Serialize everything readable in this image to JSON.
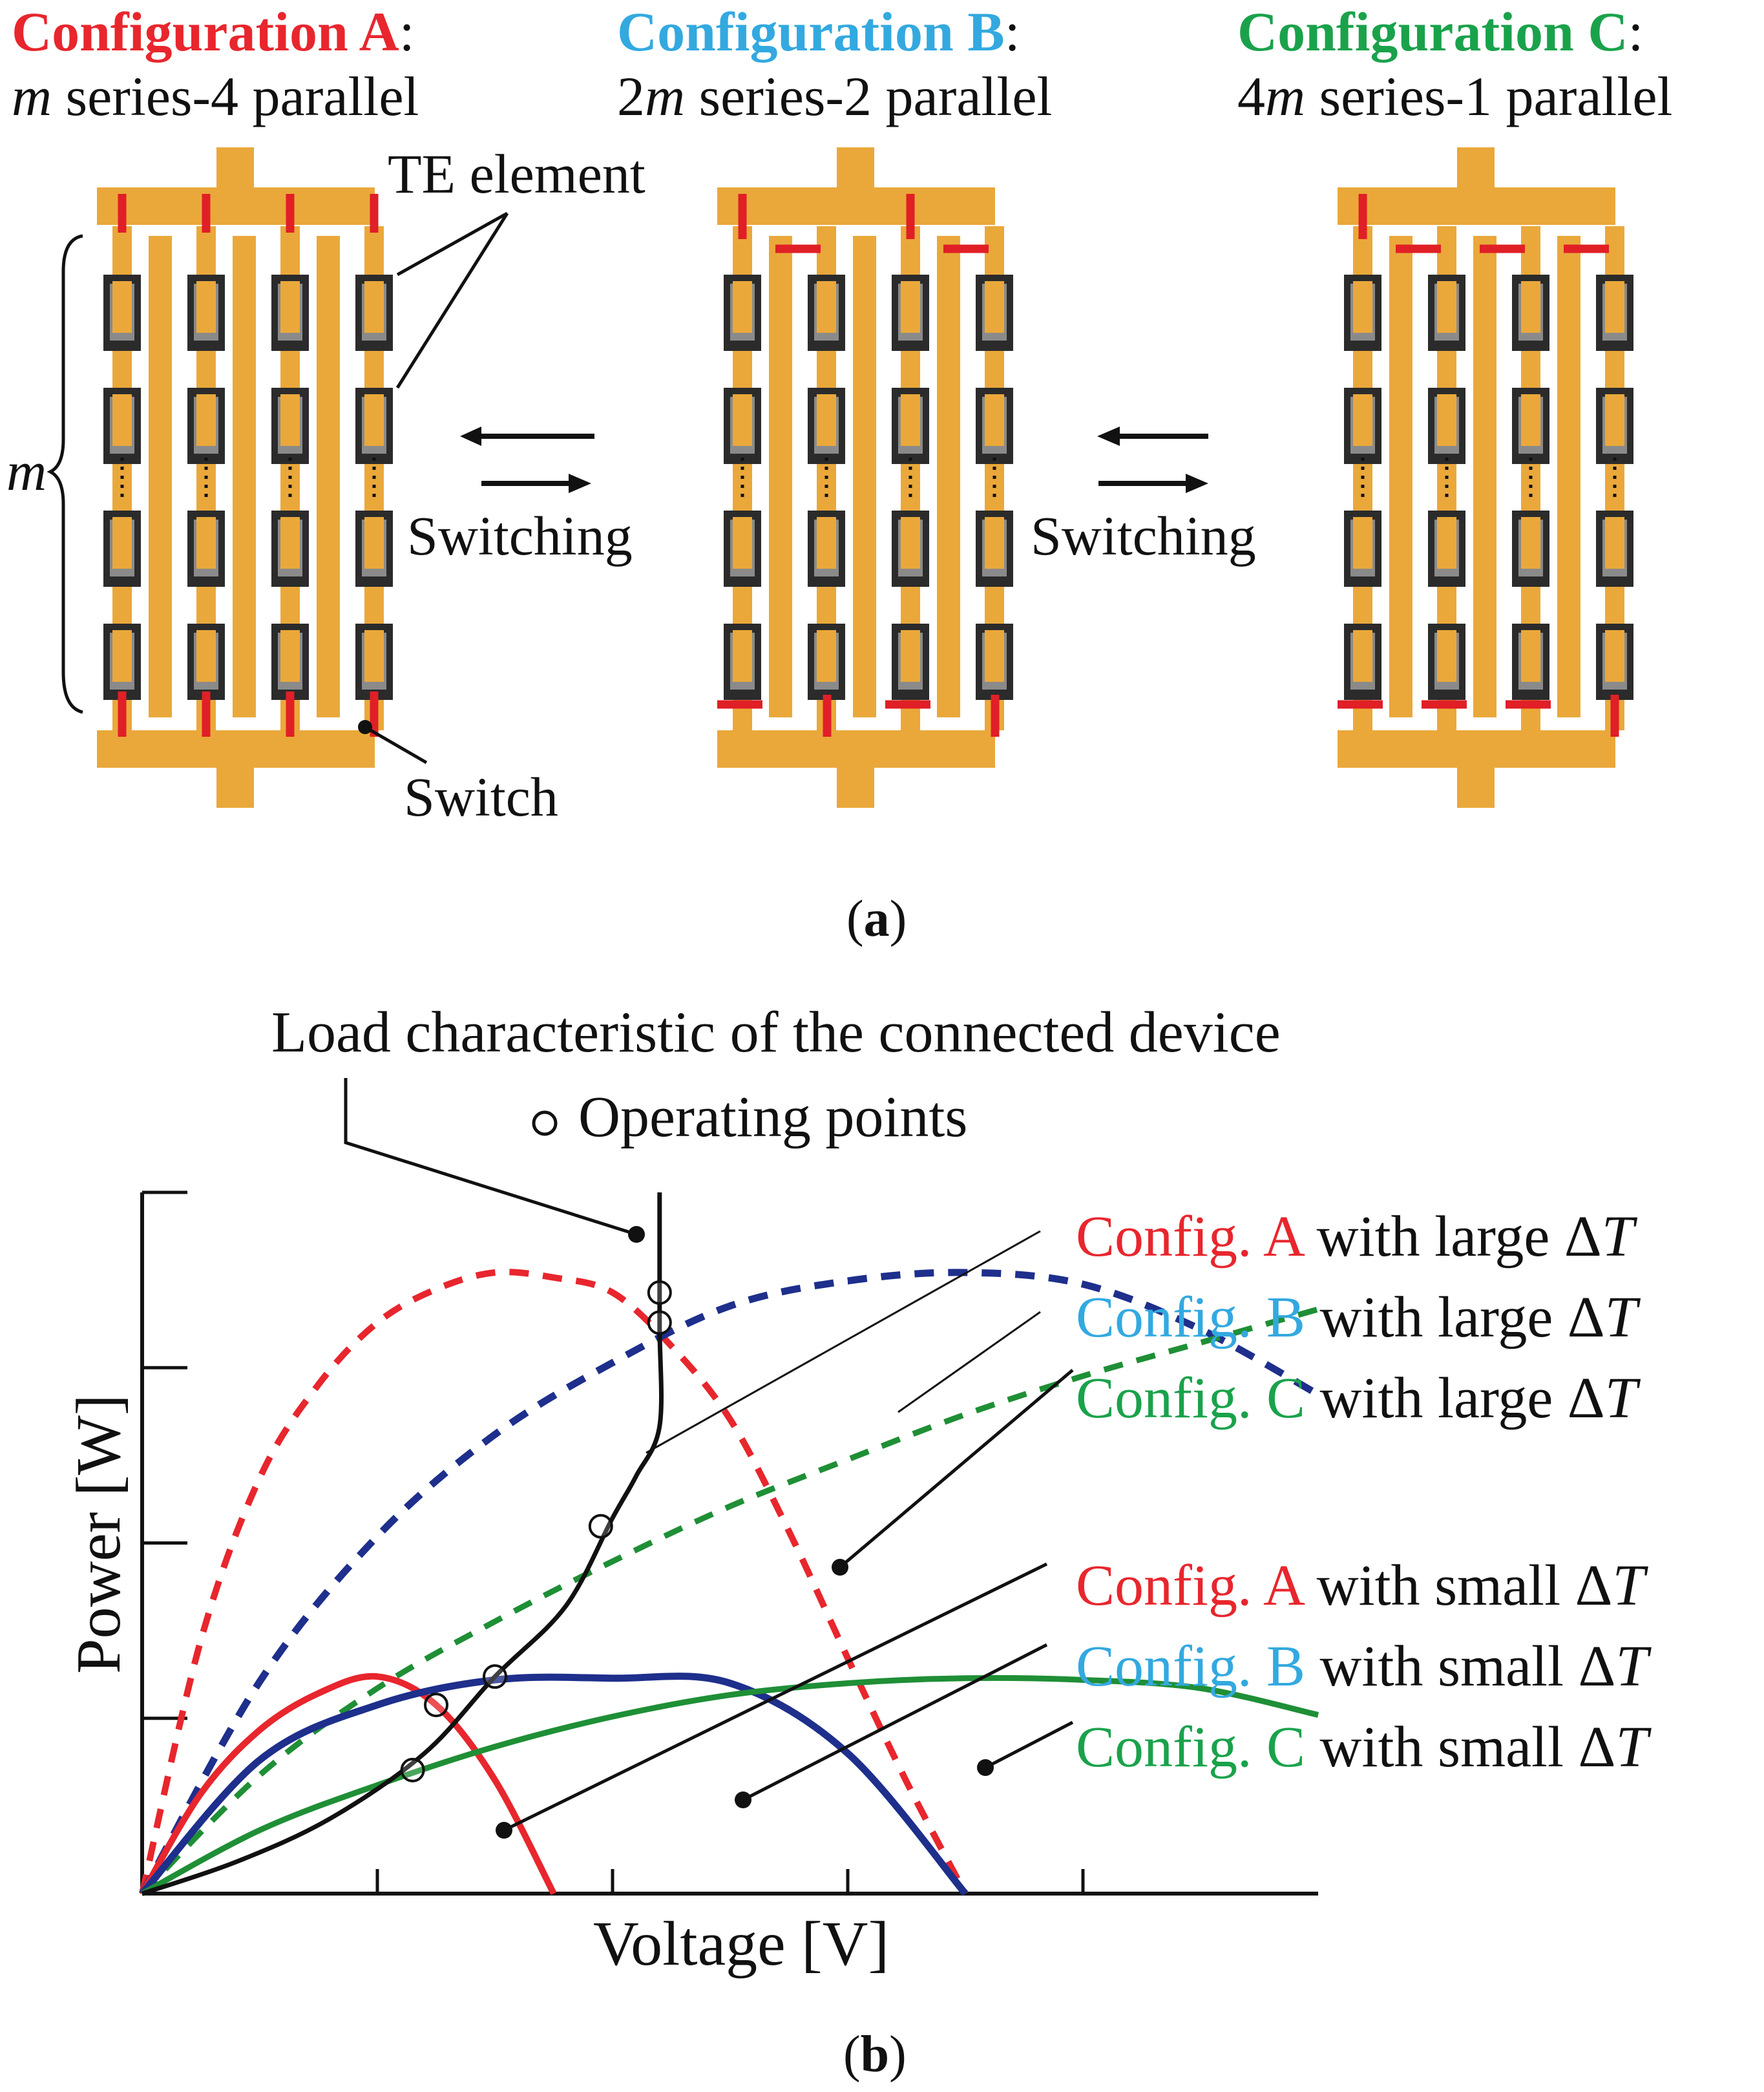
{
  "colors": {
    "config_a": "#e8262d",
    "config_b": "#33a9e0",
    "config_c": "#1aa24b",
    "busbar": "#eaa83a",
    "te_dark": "#2b2b2b",
    "te_inner": "#8a8a8a",
    "switch": "#e01f26",
    "navy": "#1e2f8c",
    "green_line": "#1f8f36",
    "black": "#111111"
  },
  "panel_a": {
    "config_a": {
      "name": "Configuration A",
      "colon": ":",
      "m": "m",
      "desc": " series-4 parallel"
    },
    "config_b": {
      "name": "Configuration B",
      "colon": ":",
      "prefix": "2",
      "m": "m",
      "desc": " series-2 parallel"
    },
    "config_c": {
      "name": "Configuration C",
      "colon": ":",
      "prefix": "4",
      "m": "m",
      "desc": " series-1 parallel"
    },
    "te_element_label": "TE element",
    "switch_label": "Switch",
    "switching_label_1": "Switching",
    "switching_label_2": "Switching",
    "m_brace_label": "m",
    "caption": "a"
  },
  "panel_b": {
    "caption": "b",
    "load_label": "Load characteristic of the connected device",
    "operating_points_label": "Operating points",
    "xlabel": "Voltage [V]",
    "ylabel": "Power [W]",
    "legend": [
      {
        "config": "Config. ",
        "letter": "A",
        "rest": " with large ",
        "delta": "Δ",
        "T": "T",
        "color_key": "config_a"
      },
      {
        "config": "Config. ",
        "letter": "B",
        "rest": " with large ",
        "delta": "Δ",
        "T": "T",
        "color_key": "config_b"
      },
      {
        "config": "Config. ",
        "letter": "C",
        "rest": " with large ",
        "delta": "Δ",
        "T": "T",
        "color_key": "config_c"
      },
      {
        "config": "Config. ",
        "letter": "A",
        "rest": " with small ",
        "delta": "Δ",
        "T": "T",
        "color_key": "config_a"
      },
      {
        "config": "Config. ",
        "letter": "B",
        "rest": " with small ",
        "delta": "Δ",
        "T": "T",
        "color_key": "config_b"
      },
      {
        "config": "Config. ",
        "letter": "C",
        "rest": " with small ",
        "delta": "Δ",
        "T": "T",
        "color_key": "config_c"
      }
    ]
  },
  "chart_data": {
    "type": "line",
    "xlabel": "Voltage [V]",
    "ylabel": "Power [W]",
    "xlim": [
      0,
      5
    ],
    "ylim": [
      0,
      4.2
    ],
    "grid": false,
    "series": [
      {
        "name": "Config. A with large ΔT",
        "style": "dashed",
        "color": "#e8262d",
        "x": [
          0,
          0.25,
          0.5,
          0.75,
          1.0,
          1.25,
          1.5,
          1.75,
          2.0,
          2.25,
          2.5,
          2.75,
          3.0,
          3.25,
          3.5
        ],
        "y": [
          0,
          1.52,
          2.49,
          3.05,
          3.42,
          3.62,
          3.72,
          3.69,
          3.6,
          3.28,
          2.84,
          2.17,
          1.41,
          0.67,
          0
        ]
      },
      {
        "name": "Config. B with large ΔT",
        "style": "dashed",
        "color": "#1e2f8c",
        "x": [
          0,
          0.5,
          1.0,
          1.5,
          2.0,
          2.5,
          3.0,
          3.5,
          4.0,
          4.5,
          5.0
        ],
        "y": [
          0,
          1.27,
          2.14,
          2.75,
          3.18,
          3.52,
          3.67,
          3.72,
          3.65,
          3.38,
          2.99
        ]
      },
      {
        "name": "Config. C with large ΔT",
        "style": "dashed",
        "color": "#1f8f36",
        "x": [
          0,
          0.5,
          1.0,
          1.5,
          2.0,
          2.5,
          3.0,
          3.5,
          4.0,
          4.5,
          5.0
        ],
        "y": [
          0,
          0.71,
          1.23,
          1.63,
          1.99,
          2.32,
          2.6,
          2.87,
          3.1,
          3.3,
          3.5
        ]
      },
      {
        "name": "Config. A with small ΔT",
        "style": "solid",
        "color": "#e8262d",
        "x": [
          0,
          0.25,
          0.5,
          0.75,
          1.0,
          1.25,
          1.5,
          1.75
        ],
        "y": [
          0,
          0.6,
          0.98,
          1.2,
          1.3,
          1.13,
          0.68,
          0
        ]
      },
      {
        "name": "Config. B with small ΔT",
        "style": "solid",
        "color": "#1e2f8c",
        "x": [
          0,
          0.5,
          1.0,
          1.5,
          2.0,
          2.5,
          3.0,
          3.5
        ],
        "y": [
          0,
          0.8,
          1.13,
          1.28,
          1.29,
          1.26,
          0.84,
          0
        ]
      },
      {
        "name": "Config. C with small ΔT",
        "style": "solid",
        "color": "#1f8f36",
        "x": [
          0,
          0.5,
          1.0,
          1.5,
          2.0,
          2.5,
          3.0,
          3.5,
          4.0,
          4.5,
          5.0
        ],
        "y": [
          0,
          0.38,
          0.65,
          0.88,
          1.06,
          1.19,
          1.26,
          1.29,
          1.28,
          1.23,
          1.07
        ]
      },
      {
        "name": "Load characteristic of the connected device",
        "style": "solid",
        "color": "#111111",
        "x": [
          0,
          0.4,
          0.8,
          1.2,
          1.5,
          1.8,
          2.0,
          2.1,
          2.2,
          2.2,
          2.2,
          2.2
        ],
        "y": [
          0,
          0.19,
          0.45,
          0.84,
          1.3,
          1.72,
          2.25,
          2.5,
          2.8,
          3.4,
          4.0,
          4.2
        ]
      }
    ],
    "operating_points": [
      {
        "x": 2.2,
        "y": 3.6
      },
      {
        "x": 2.2,
        "y": 3.42
      },
      {
        "x": 1.95,
        "y": 2.2
      },
      {
        "x": 1.5,
        "y": 1.3
      },
      {
        "x": 1.25,
        "y": 1.13
      },
      {
        "x": 1.15,
        "y": 0.74
      }
    ]
  }
}
